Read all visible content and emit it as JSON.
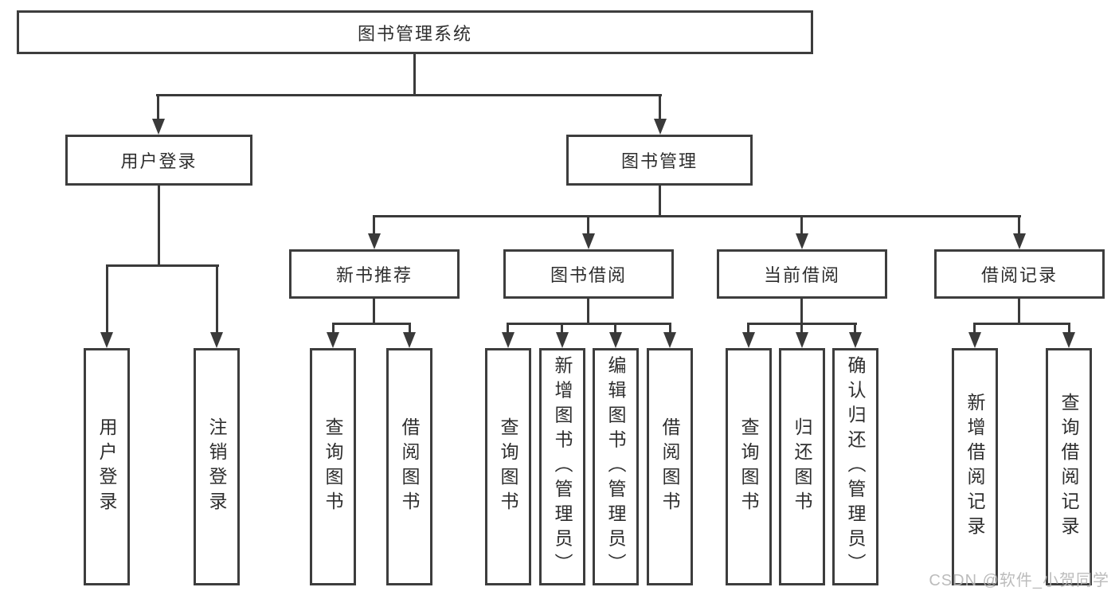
{
  "diagram": {
    "line_color": "#3a3a3a",
    "root": {
      "label": "图书管理系统"
    },
    "level2": [
      {
        "label": "用户登录"
      },
      {
        "label": "图书管理"
      }
    ],
    "level3": [
      {
        "label": "新书推荐"
      },
      {
        "label": "图书借阅"
      },
      {
        "label": "当前借阅"
      },
      {
        "label": "借阅记录"
      }
    ],
    "leaves": [
      {
        "label": "用户登录"
      },
      {
        "label": "注销登录"
      },
      {
        "label": "查询图书"
      },
      {
        "label": "借阅图书"
      },
      {
        "label": "查询图书"
      },
      {
        "label": "新增图书（管理员）"
      },
      {
        "label": "编辑图书（管理员）"
      },
      {
        "label": "借阅图书"
      },
      {
        "label": "查询图书"
      },
      {
        "label": "归还图书"
      },
      {
        "label": "确认归还（管理员）"
      },
      {
        "label": "新增借阅记录"
      },
      {
        "label": "查询借阅记录"
      }
    ]
  },
  "watermark": {
    "text": "CSDN @软件_小贺同学"
  }
}
